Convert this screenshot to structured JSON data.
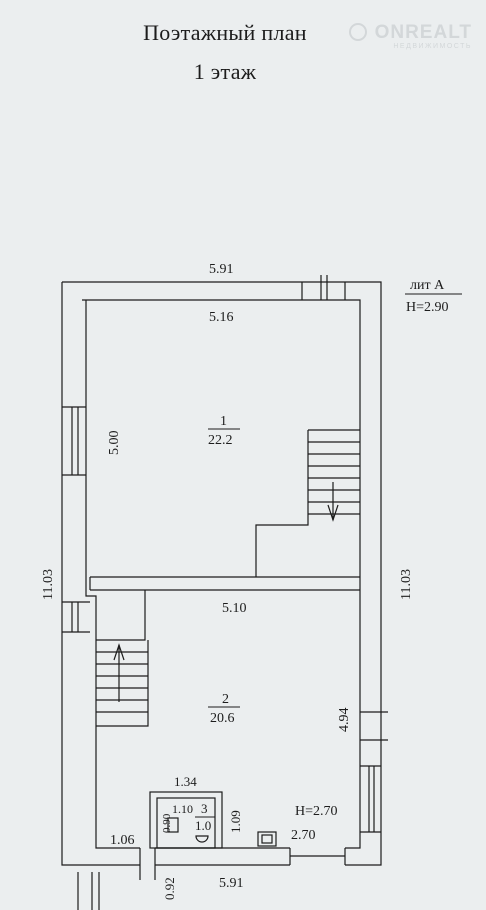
{
  "header": {
    "title": "Поэтажный план",
    "floor": "1 этаж"
  },
  "watermark": {
    "text": "ONREALT",
    "subtext": "НЕДВИЖИМОСТЬ"
  },
  "plan": {
    "lit_label": "лит А",
    "lit_height": "H=2.90",
    "rooms": [
      {
        "number": "1",
        "area": "22.2"
      },
      {
        "number": "2",
        "area": "20.6"
      },
      {
        "number": "3",
        "area": "1.0"
      }
    ],
    "dimensions": {
      "top_outer": "5.91",
      "top_inner": "5.16",
      "room1_depth": "5.00",
      "left_total": "11.03",
      "right_total": "11.03",
      "middle": "5.10",
      "room2_depth": "4.94",
      "bathroom_outer": "1.34",
      "bathroom_width": "1.10",
      "bathroom_depth_left": "0.90",
      "bathroom_depth_right": "1.09",
      "porch_width": "1.06",
      "bottom_right": "2.70",
      "bottom_outer": "5.91",
      "bottom_left_small": "0.92"
    },
    "room2_height": "H=2.70"
  }
}
